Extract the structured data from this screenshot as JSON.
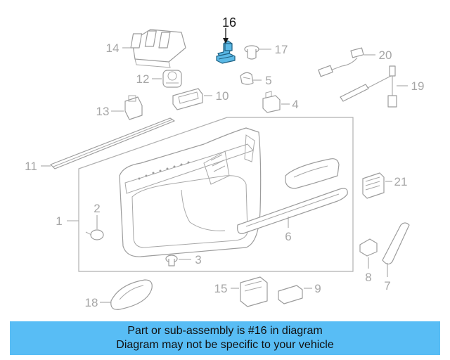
{
  "callouts": [
    {
      "id": "c1",
      "label": "1"
    },
    {
      "id": "c2",
      "label": "2"
    },
    {
      "id": "c3",
      "label": "3"
    },
    {
      "id": "c4",
      "label": "4"
    },
    {
      "id": "c5",
      "label": "5"
    },
    {
      "id": "c6",
      "label": "6"
    },
    {
      "id": "c7",
      "label": "7"
    },
    {
      "id": "c8",
      "label": "8"
    },
    {
      "id": "c9",
      "label": "9"
    },
    {
      "id": "c10",
      "label": "10"
    },
    {
      "id": "c11",
      "label": "11"
    },
    {
      "id": "c12",
      "label": "12"
    },
    {
      "id": "c13",
      "label": "13"
    },
    {
      "id": "c14",
      "label": "14"
    },
    {
      "id": "c15",
      "label": "15"
    },
    {
      "id": "c16",
      "label": "16"
    },
    {
      "id": "c17",
      "label": "17"
    },
    {
      "id": "c18",
      "label": "18"
    },
    {
      "id": "c19",
      "label": "19"
    },
    {
      "id": "c20",
      "label": "20"
    },
    {
      "id": "c21",
      "label": "21"
    }
  ],
  "highlighted_part": "16",
  "colors": {
    "highlight": "#5bb9e6",
    "banner": "#58bdf5",
    "line_art": "#9c9c9c"
  },
  "banner": {
    "line1": "Part or sub-assembly is #16 in diagram",
    "line2": "Diagram may not be specific to your vehicle"
  }
}
